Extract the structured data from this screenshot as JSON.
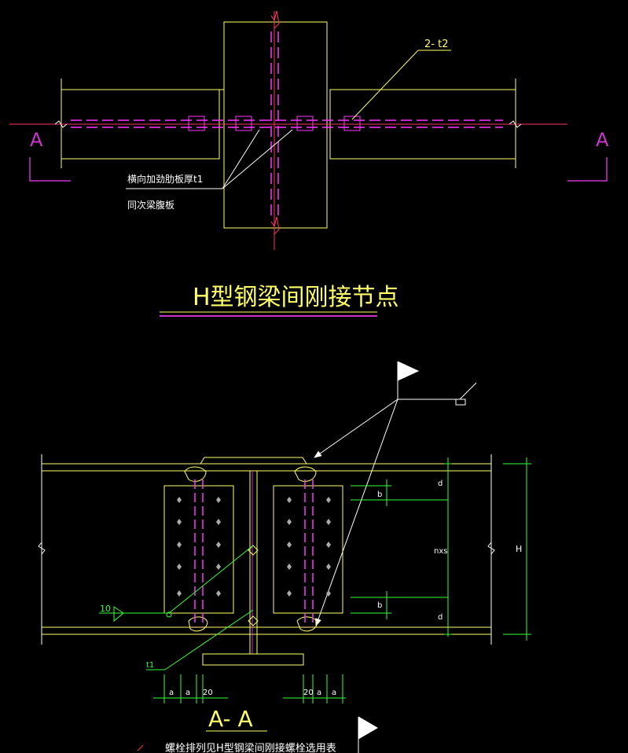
{
  "drawing": {
    "title": "H型钢梁间刚接节点",
    "section_title": "A- A",
    "table_caption": "螺栓排列见H型钢梁间刚接螺栓选用表",
    "section_mark": "A",
    "plate_label": "2- t2",
    "rib_note": "横向加劲肋板厚t1",
    "web_note": "同次梁腹板",
    "weld_size": "10",
    "thickness_label": "t1",
    "dim_d": "d",
    "dim_b": "b",
    "dim_nxs": "nxs",
    "dim_H": "H",
    "dim_a": "a",
    "dim_20": "20"
  },
  "colors": {
    "background": "#000000",
    "beam_line": "#ffff66",
    "centerline": "#ff3366",
    "dashed": "#ff33ff",
    "magenta": "#cc33cc",
    "dimension": "#33ff33",
    "leader": "#ffffff",
    "bolt": "#aaaaaa"
  }
}
